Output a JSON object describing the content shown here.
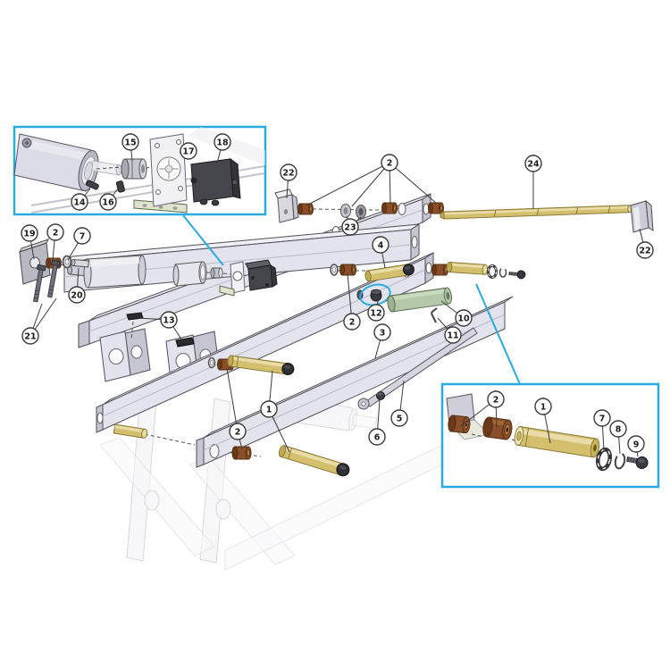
{
  "colors": {
    "background": "#ffffff",
    "accent": "#29abe2",
    "line": "#3a3a3a",
    "beam_fill": "#e3e3ed",
    "beam_top": "#f0f0f6",
    "beam_side": "#c6c6d2",
    "beam_stroke": "#4f4f59",
    "ghost_fill": "#f2f2f7",
    "ghost_stroke": "#b8b8c4",
    "brass": "#d4bf6e",
    "brass_dark": "#8a7a35",
    "brass_hi": "#f0e6bc",
    "bushing": "#8a4f2a",
    "bushing_dark": "#54300f",
    "bushing_hi": "#b97d4e",
    "dark_part": "#45454c",
    "dark_part_top": "#5f5f68",
    "green_part": "#b5c9a8",
    "green_stroke": "#5a6b52",
    "plate_pale": "#f1f1f5",
    "foot_green": "#dfe3cc"
  },
  "callouts": {
    "m19": {
      "label": "19"
    },
    "m2a": {
      "label": "2"
    },
    "m7": {
      "label": "7"
    },
    "m20": {
      "label": "20"
    },
    "m21": {
      "label": "21"
    },
    "m13": {
      "label": "13"
    },
    "m22a": {
      "label": "22"
    },
    "m2b": {
      "label": "2"
    },
    "m23": {
      "label": "23"
    },
    "m4": {
      "label": "4"
    },
    "m24": {
      "label": "24"
    },
    "m22b": {
      "label": "22"
    },
    "m12": {
      "label": "12"
    },
    "m2c": {
      "label": "2"
    },
    "m3": {
      "label": "3"
    },
    "m10": {
      "label": "10"
    },
    "m11": {
      "label": "11"
    },
    "m1a": {
      "label": "1"
    },
    "m2d": {
      "label": "2"
    },
    "m5": {
      "label": "5"
    },
    "m6": {
      "label": "6"
    },
    "i14": {
      "label": "14"
    },
    "i15": {
      "label": "15"
    },
    "i16": {
      "label": "16"
    },
    "i17": {
      "label": "17"
    },
    "i18": {
      "label": "18"
    },
    "j2": {
      "label": "2"
    },
    "j1": {
      "label": "1"
    },
    "j7": {
      "label": "7"
    },
    "j8": {
      "label": "8"
    },
    "j9": {
      "label": "9"
    }
  }
}
